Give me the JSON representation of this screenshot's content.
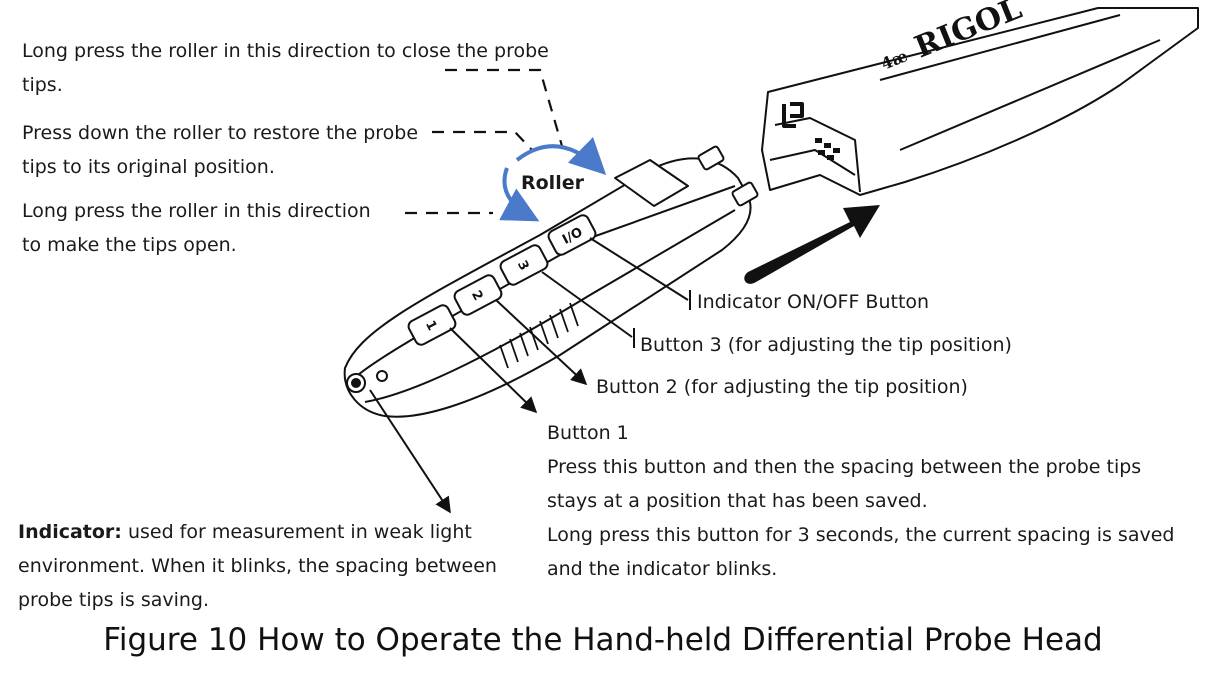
{
  "roller_notes": {
    "close_line1": "Long press the roller in this direction to close the probe",
    "close_line2": "tips.",
    "restore_line1": "Press down the roller to restore the probe",
    "restore_line2": "tips to its original position.",
    "open_line1": "Long press the roller in this direction",
    "open_line2": "to make the tips open."
  },
  "roller_label": "Roller",
  "device_marks": {
    "button1_digit": "1",
    "button2_digit": "2",
    "button3_digit": "3",
    "onoff_mark": "I/O",
    "brand_text": "RIGOL",
    "brand_prefix": "4æ"
  },
  "callouts": {
    "onoff": "Indicator ON/OFF Button",
    "button3": "Button 3 (for adjusting the tip position)",
    "button2": "Button 2 (for adjusting the tip position)",
    "button1_title": "Button 1",
    "button1_line1": "Press this button and then the spacing between the probe tips",
    "button1_line2": "stays at a position that has been saved.",
    "button1_line3": "Long press this button for 3 seconds, the current spacing is saved",
    "button1_line4": "and the indicator blinks."
  },
  "indicator_note": {
    "label": "Indicator:",
    "line1_rest": " used for measurement in weak light",
    "line2": "environment. When it blinks, the spacing between",
    "line3": "probe tips is saving."
  },
  "caption": "Figure 10 How to Operate the Hand-held Differential Probe Head",
  "colors": {
    "roller_arrow": "#4a7ac9",
    "ink": "#111111"
  }
}
